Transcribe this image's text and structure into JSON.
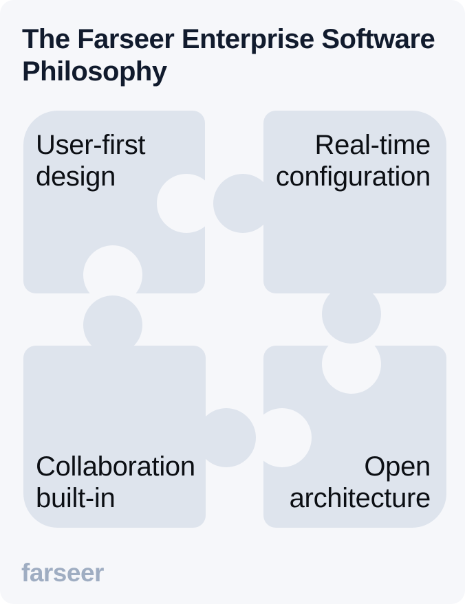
{
  "title": {
    "full": "The Farseer Enterprise Software Philosophy",
    "lines": [
      "The Farseer Enterprise Software",
      "Philosophy"
    ]
  },
  "pieces": [
    {
      "id": "user-first-design",
      "label": "User-first design",
      "lines": [
        "User-first",
        "design"
      ],
      "position": "top-left"
    },
    {
      "id": "real-time-configuration",
      "label": "Real-time configuration",
      "lines": [
        "Real-time",
        "configuration"
      ],
      "position": "top-right"
    },
    {
      "id": "collaboration-built-in",
      "label": "Collaboration built-in",
      "lines": [
        "Collaboration",
        "built-in"
      ],
      "position": "bottom-left"
    },
    {
      "id": "open-architecture",
      "label": "Open architecture",
      "lines": [
        "Open",
        "architecture"
      ],
      "position": "bottom-right"
    }
  ],
  "logo": {
    "text": "farseer"
  },
  "colors": {
    "card_bg": "#f6f7fa",
    "piece": "#dee4ed",
    "title": "#111b2d",
    "text": "#0c0f14",
    "logo": "#9fadc2"
  }
}
